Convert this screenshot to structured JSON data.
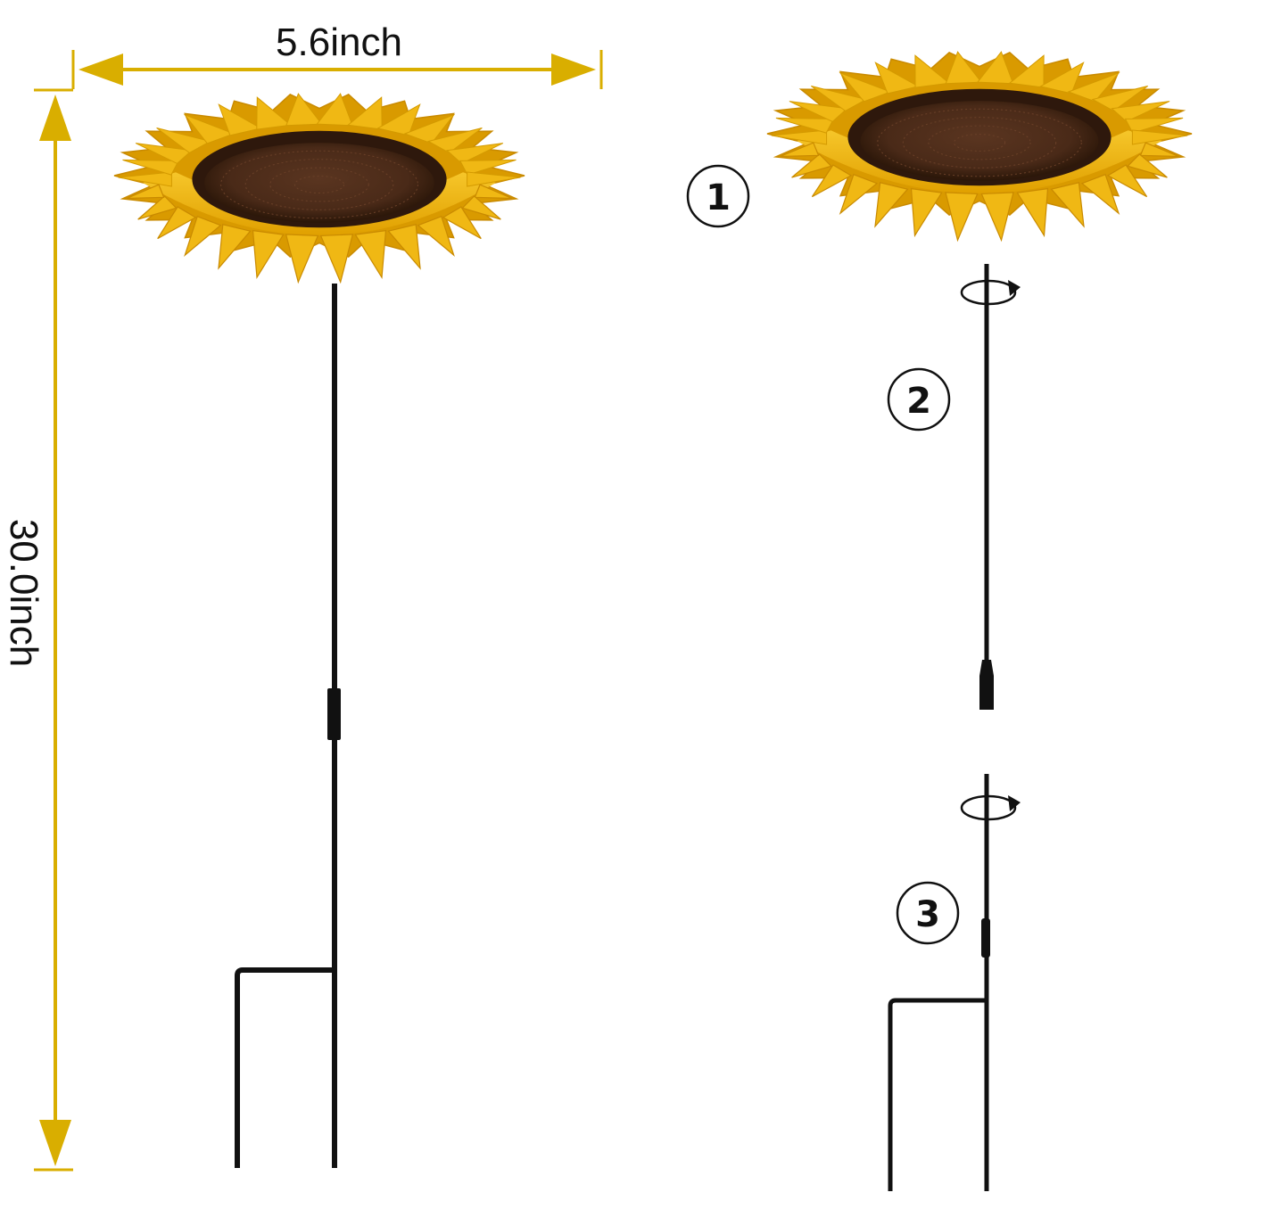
{
  "dimensions": {
    "width_label": "5.6inch",
    "height_label": "30.0inch"
  },
  "steps": [
    {
      "number": "1",
      "part": "sunflower-dish"
    },
    {
      "number": "2",
      "part": "upper-stake"
    },
    {
      "number": "3",
      "part": "lower-fork-stake"
    }
  ],
  "colors": {
    "dimension_line": "#d9ae00",
    "petal": "#f0b814",
    "petal_shade": "#d99a00",
    "center": "#4a2a18",
    "center_ring": "#2e180c",
    "stake": "#111111"
  }
}
